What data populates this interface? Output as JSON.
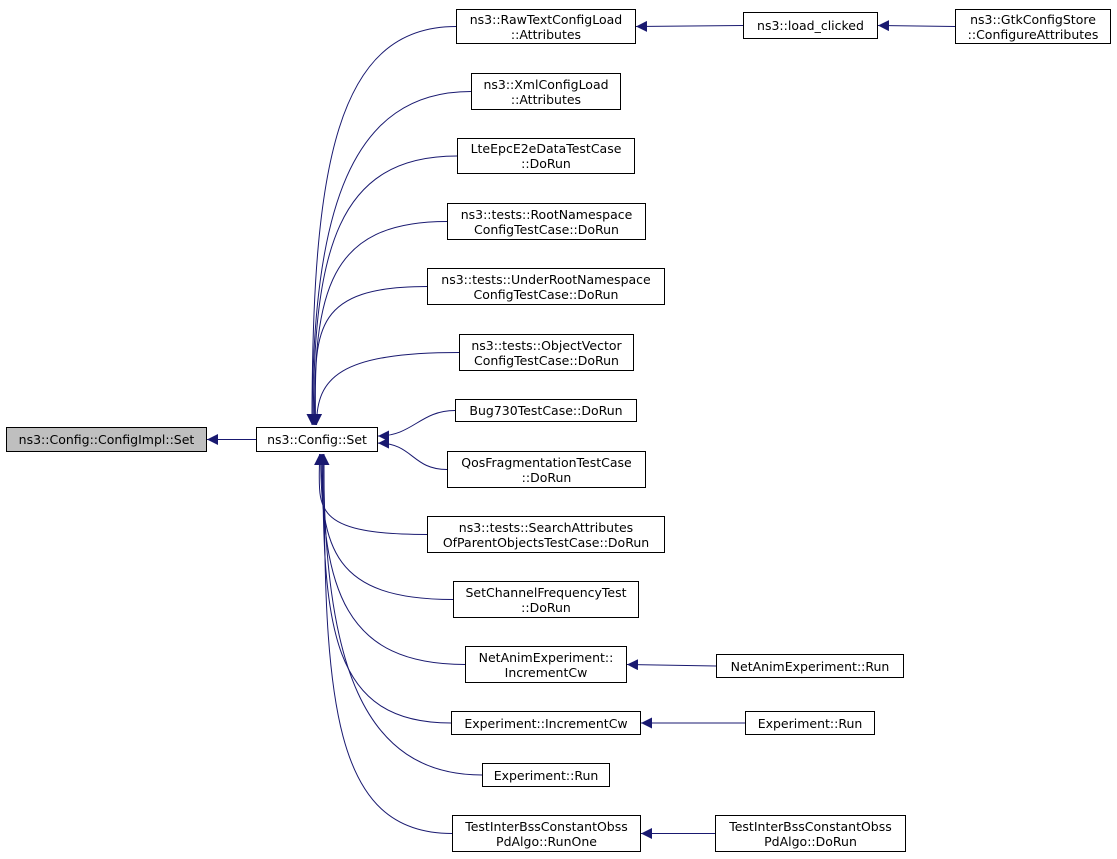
{
  "graph": {
    "nodes": [
      {
        "id": "impl_set",
        "lines": [
          "ns3::Config::ConfigImpl::Set"
        ],
        "root": true
      },
      {
        "id": "config_set",
        "lines": [
          "ns3::Config::Set"
        ]
      },
      {
        "id": "rawtext_attrs",
        "lines": [
          "ns3::RawTextConfigLoad",
          "::Attributes"
        ]
      },
      {
        "id": "load_clicked",
        "lines": [
          "ns3::load_clicked"
        ]
      },
      {
        "id": "gtk_configure",
        "lines": [
          "ns3::GtkConfigStore",
          "::ConfigureAttributes"
        ]
      },
      {
        "id": "xml_attrs",
        "lines": [
          "ns3::XmlConfigLoad",
          "::Attributes"
        ]
      },
      {
        "id": "lte_epc",
        "lines": [
          "LteEpcE2eDataTestCase",
          "::DoRun"
        ]
      },
      {
        "id": "root_ns",
        "lines": [
          "ns3::tests::RootNamespace",
          "ConfigTestCase::DoRun"
        ]
      },
      {
        "id": "under_root_ns",
        "lines": [
          "ns3::tests::UnderRootNamespace",
          "ConfigTestCase::DoRun"
        ]
      },
      {
        "id": "object_vector",
        "lines": [
          "ns3::tests::ObjectVector",
          "ConfigTestCase::DoRun"
        ]
      },
      {
        "id": "bug730",
        "lines": [
          "Bug730TestCase::DoRun"
        ]
      },
      {
        "id": "qos_frag",
        "lines": [
          "QosFragmentationTestCase",
          "::DoRun"
        ]
      },
      {
        "id": "search_attrs",
        "lines": [
          "ns3::tests::SearchAttributes",
          "OfParentObjectsTestCase::DoRun"
        ]
      },
      {
        "id": "set_channel",
        "lines": [
          "SetChannelFrequencyTest",
          "::DoRun"
        ]
      },
      {
        "id": "netanim_inc",
        "lines": [
          "NetAnimExperiment::",
          "IncrementCw"
        ]
      },
      {
        "id": "netanim_run",
        "lines": [
          "NetAnimExperiment::Run"
        ]
      },
      {
        "id": "exp_inc",
        "lines": [
          "Experiment::IncrementCw"
        ]
      },
      {
        "id": "exp_run_right",
        "lines": [
          "Experiment::Run"
        ]
      },
      {
        "id": "exp_run",
        "lines": [
          "Experiment::Run"
        ]
      },
      {
        "id": "inter_bss_runone",
        "lines": [
          "TestInterBssConstantObss",
          "PdAlgo::RunOne"
        ]
      },
      {
        "id": "inter_bss_dorun",
        "lines": [
          "TestInterBssConstantObss",
          "PdAlgo::DoRun"
        ]
      }
    ],
    "edges": [
      {
        "from": "config_set",
        "to": "impl_set"
      },
      {
        "from": "rawtext_attrs",
        "to": "config_set"
      },
      {
        "from": "xml_attrs",
        "to": "config_set"
      },
      {
        "from": "lte_epc",
        "to": "config_set"
      },
      {
        "from": "root_ns",
        "to": "config_set"
      },
      {
        "from": "under_root_ns",
        "to": "config_set"
      },
      {
        "from": "object_vector",
        "to": "config_set"
      },
      {
        "from": "bug730",
        "to": "config_set"
      },
      {
        "from": "qos_frag",
        "to": "config_set"
      },
      {
        "from": "search_attrs",
        "to": "config_set"
      },
      {
        "from": "set_channel",
        "to": "config_set"
      },
      {
        "from": "netanim_inc",
        "to": "config_set"
      },
      {
        "from": "exp_inc",
        "to": "config_set"
      },
      {
        "from": "exp_run",
        "to": "config_set"
      },
      {
        "from": "inter_bss_runone",
        "to": "config_set"
      },
      {
        "from": "load_clicked",
        "to": "rawtext_attrs"
      },
      {
        "from": "gtk_configure",
        "to": "load_clicked"
      },
      {
        "from": "netanim_run",
        "to": "netanim_inc"
      },
      {
        "from": "exp_run_right",
        "to": "exp_inc"
      },
      {
        "from": "inter_bss_dorun",
        "to": "inter_bss_runone"
      }
    ],
    "colors": {
      "edge": "#191970",
      "root_fill": "#bfbfbf",
      "node_fill": "#ffffff",
      "border": "#000000"
    }
  }
}
